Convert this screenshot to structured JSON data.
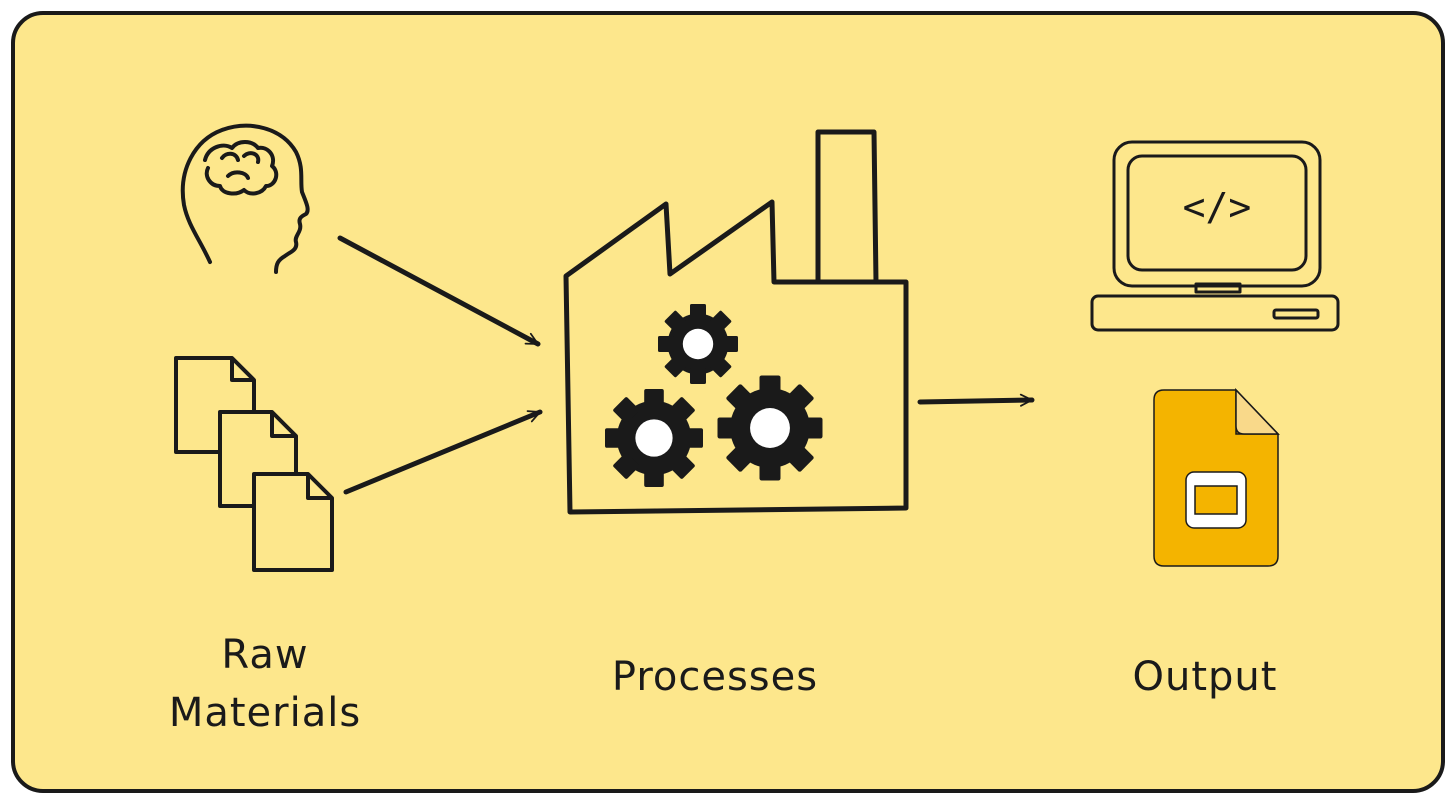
{
  "labels": {
    "raw_materials_line1": "Raw",
    "raw_materials_line2": "Materials",
    "processes": "Processes",
    "output": "Output"
  },
  "code_symbol": "</>",
  "colors": {
    "background": "#fde78c",
    "stroke": "#1a1a1a",
    "slides_icon": "#f4b400",
    "slides_fold": "#f9d98a"
  },
  "icons": [
    "head-brain-icon",
    "documents-icon",
    "factory-icon",
    "gears-icon",
    "computer-icon",
    "slides-icon"
  ]
}
